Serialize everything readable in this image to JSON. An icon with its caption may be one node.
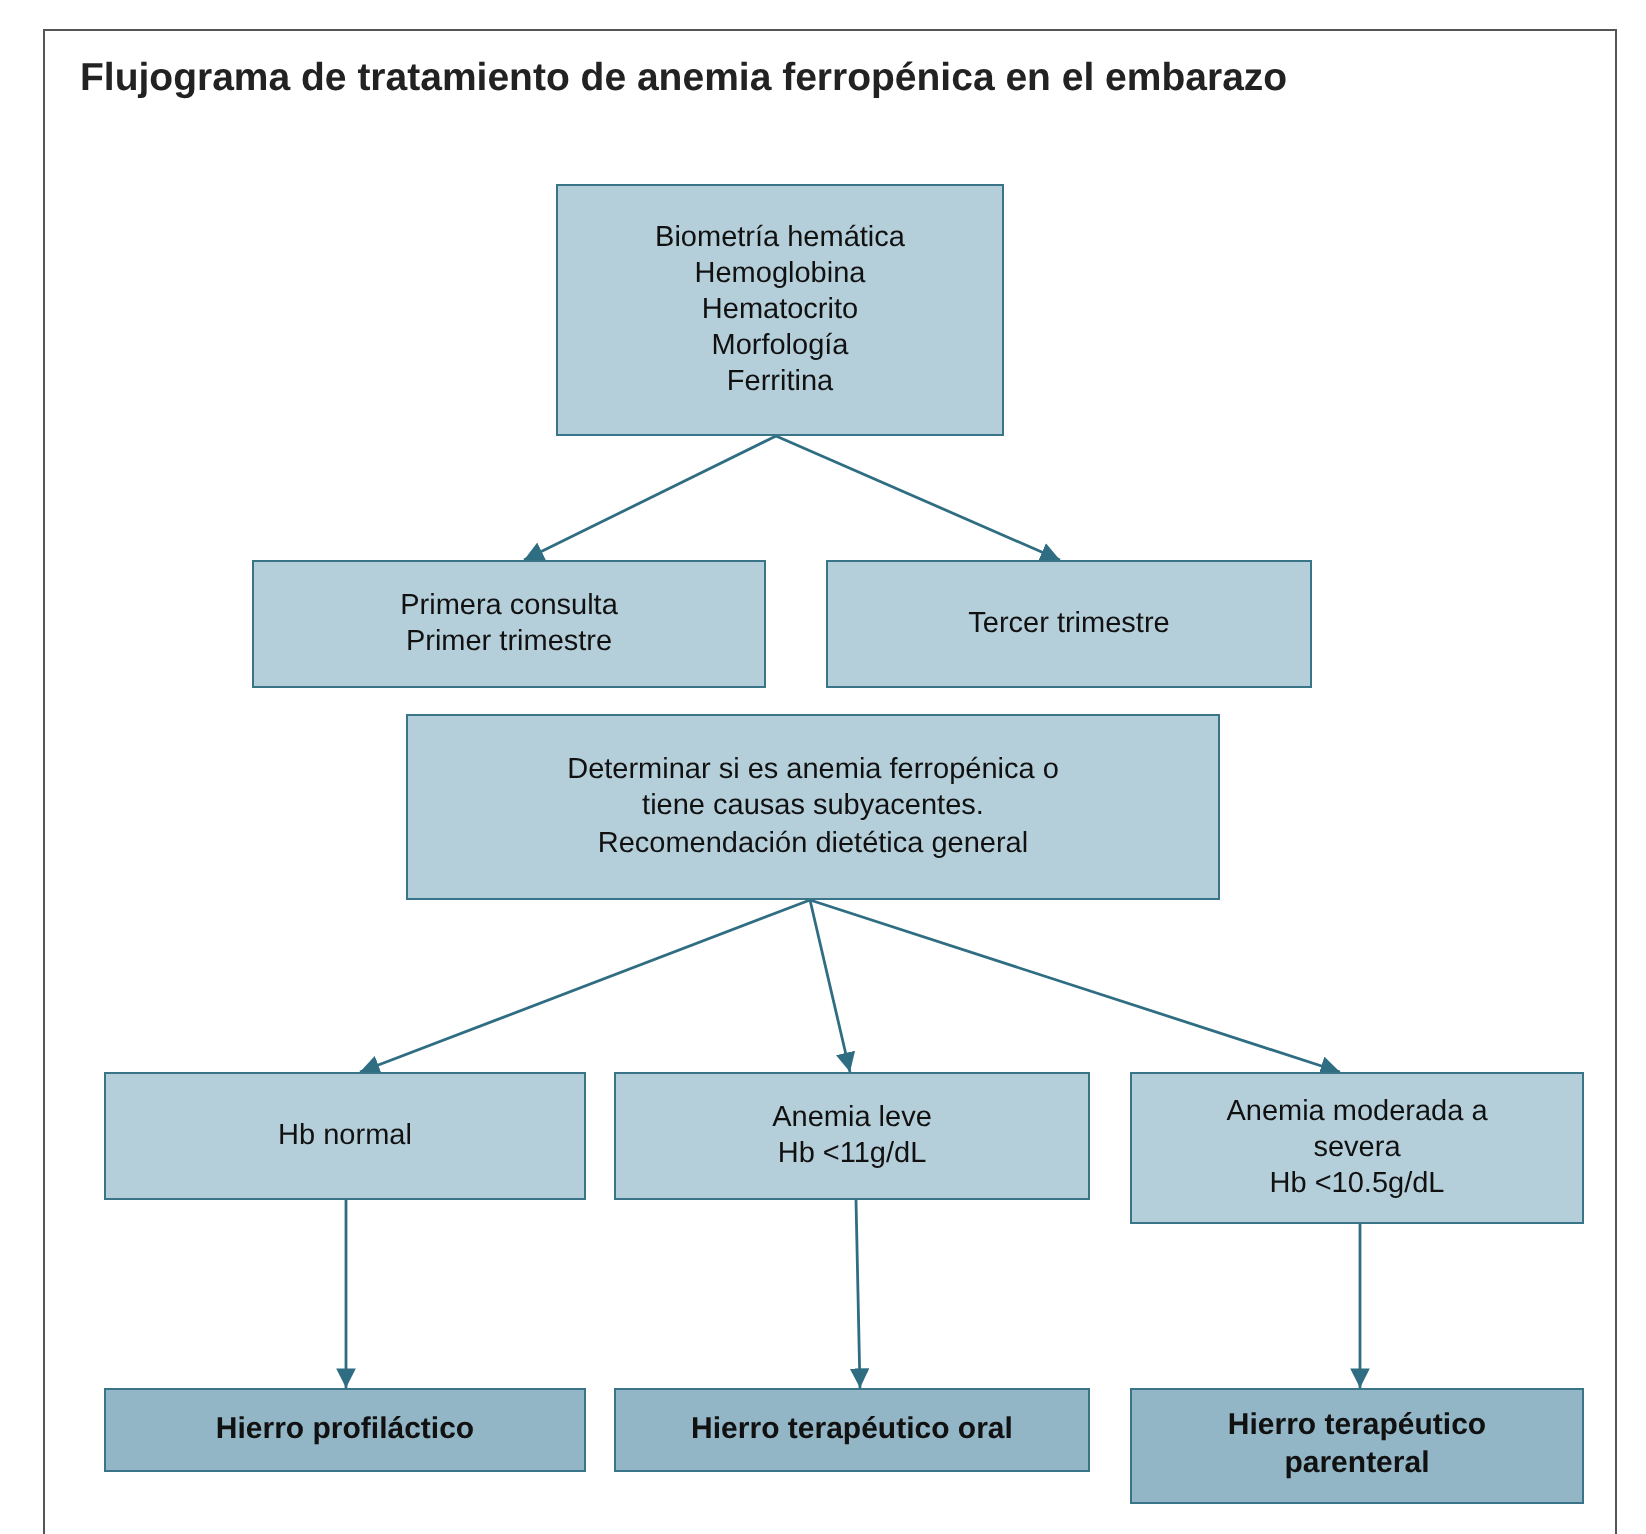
{
  "diagram": {
    "title": "Flujograma de tratamiento de anemia ferropénica en el embarazo",
    "nodes": [
      {
        "text": [
          "Biometría hemática",
          "Hemoglobina",
          "Hematocrito",
          "Morfología",
          "Ferritina"
        ]
      },
      {
        "text": [
          "Primera consulta",
          "Primer trimestre"
        ]
      },
      {
        "text": [
          "Tercer trimestre"
        ]
      },
      {
        "text": [
          "Determinar si es anemia ferropénica o tiene causas subyacentes.",
          "Recomendación dietética general"
        ]
      },
      {
        "text": [
          "Hb normal"
        ]
      },
      {
        "text": [
          "Anemia leve",
          "Hb <11g/dL"
        ]
      },
      {
        "text": [
          "Anemia moderada a severa",
          "Hb <10.5g/dL"
        ]
      },
      {
        "text": [
          "Hierro profiláctico"
        ]
      },
      {
        "text": [
          "Hierro terapéutico oral"
        ]
      },
      {
        "text": [
          "Hierro terapéutico parenteral"
        ]
      }
    ],
    "edges": [
      {
        "from": 0,
        "to": 1,
        "arrow": "to"
      },
      {
        "from": 0,
        "to": 2,
        "arrow": "to"
      },
      {
        "from": 3,
        "to": 4,
        "arrow": "to"
      },
      {
        "from": 3,
        "to": 5,
        "arrow": "to"
      },
      {
        "from": 3,
        "to": 6,
        "arrow": "to"
      },
      {
        "from": 4,
        "to": 7,
        "arrow": "to"
      },
      {
        "from": 5,
        "to": 8,
        "arrow": "to"
      },
      {
        "from": 6,
        "to": 9,
        "arrow": "to"
      }
    ]
  }
}
